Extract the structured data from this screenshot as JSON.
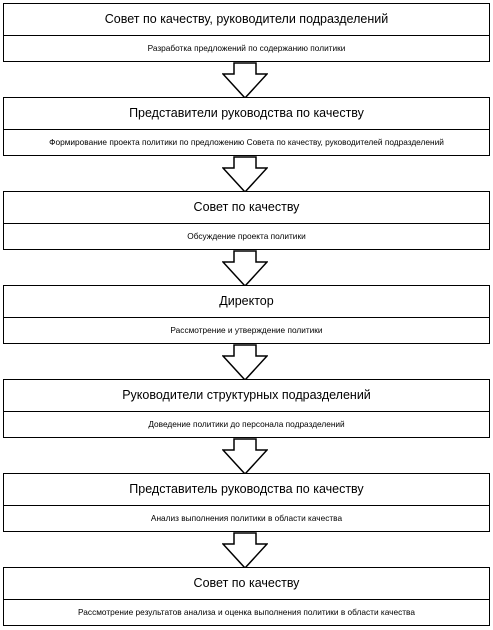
{
  "steps": [
    {
      "title": "Совет по качеству, руководители подразделений",
      "description": "Разработка предложений по содержанию политики"
    },
    {
      "title": "Представители руководства по качеству",
      "description": "Формирование проекта политики по предложению Совета по качеству, руководителей подразделений"
    },
    {
      "title": "Совет по качеству",
      "description": "Обсуждение проекта политики"
    },
    {
      "title": "Директор",
      "description": "Рассмотрение и утверждение политики"
    },
    {
      "title": "Руководители структурных подразделений",
      "description": "Доведение политики до персонала подразделений"
    },
    {
      "title": "Представитель руководства по качеству",
      "description": "Анализ выполнения политики в области качества"
    },
    {
      "title": "Совет по качеству",
      "description": "Рассмотрение результатов анализа и оценка выполнения политики в области качества"
    }
  ]
}
